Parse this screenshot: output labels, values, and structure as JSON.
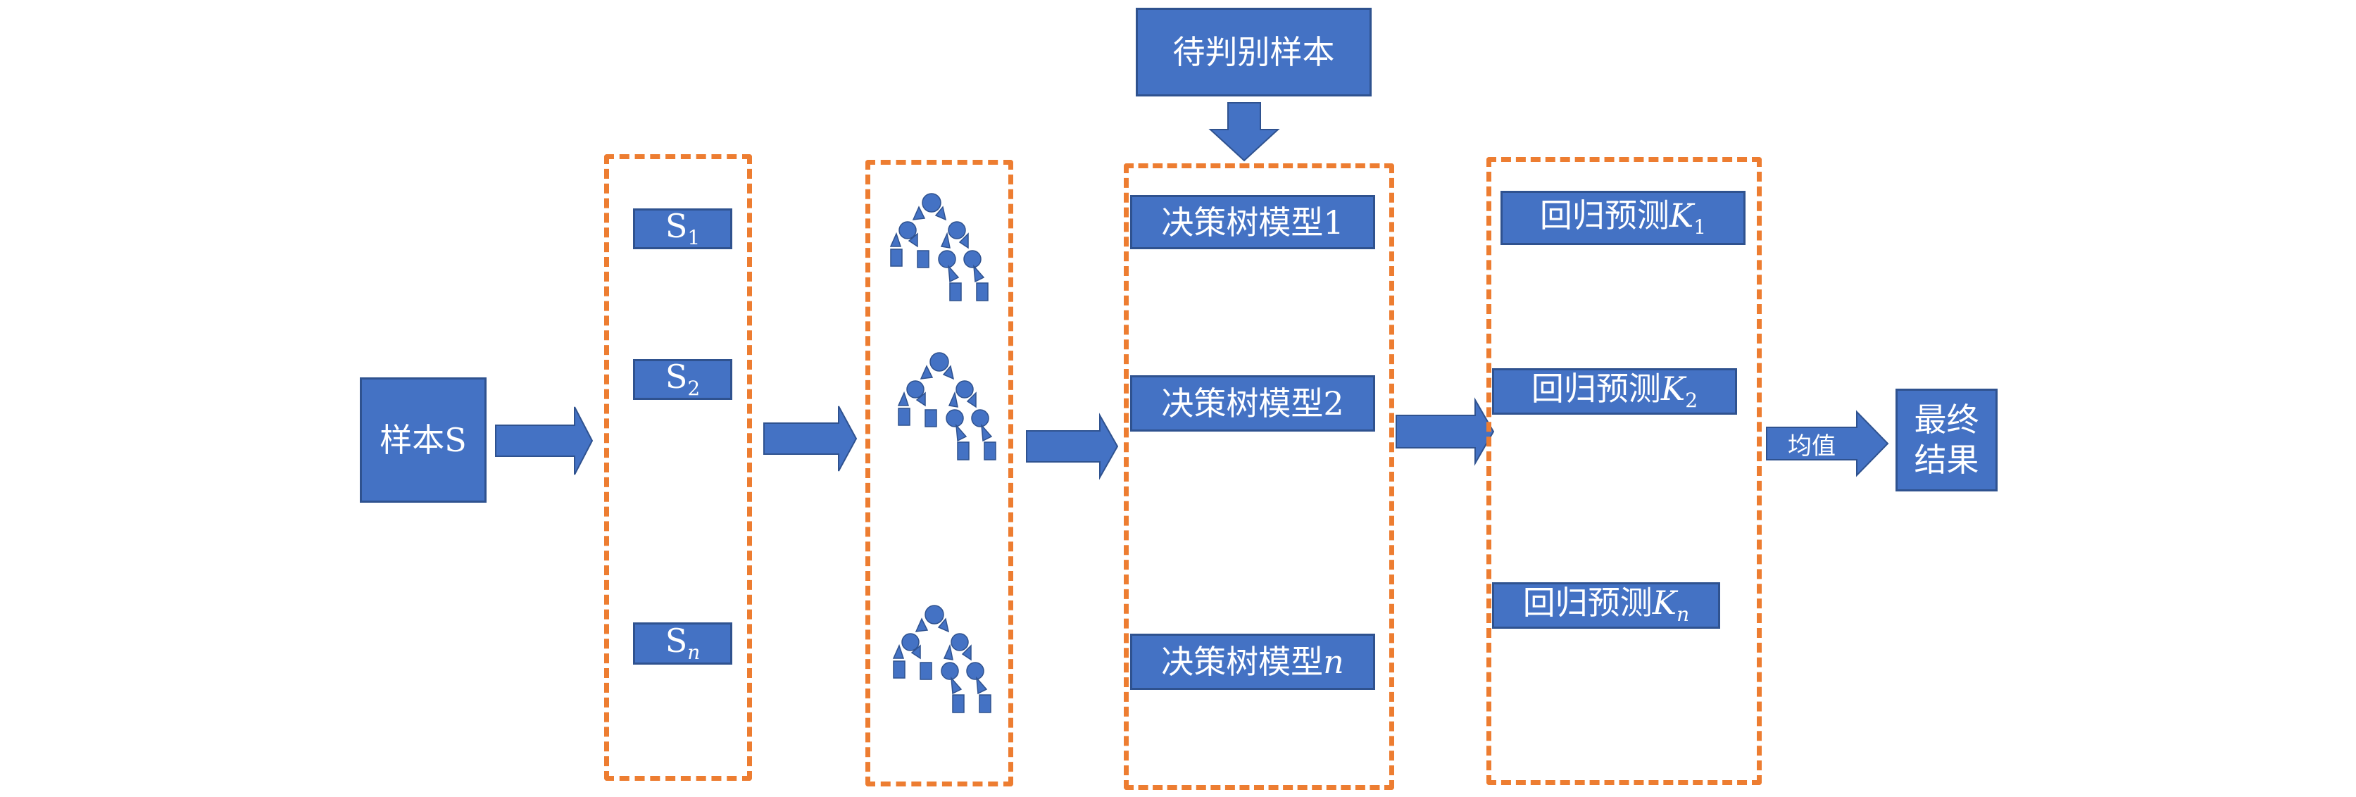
{
  "diagram": {
    "input_sample": "样本S",
    "pending_sample": "待判别样本",
    "subsets": [
      {
        "base": "S",
        "sub": "1",
        "sub_italic": false
      },
      {
        "base": "S",
        "sub": "2",
        "sub_italic": false
      },
      {
        "base": "S",
        "sub": "n",
        "sub_italic": true
      }
    ],
    "trees": [
      {
        "name": "decision-tree-1"
      },
      {
        "name": "decision-tree-2"
      },
      {
        "name": "decision-tree-n"
      }
    ],
    "models": [
      {
        "prefix": "决策树模型",
        "index": "1",
        "index_italic": false
      },
      {
        "prefix": "决策树模型",
        "index": "2",
        "index_italic": false
      },
      {
        "prefix": "决策树模型",
        "index": "n",
        "index_italic": true
      }
    ],
    "predictions": [
      {
        "prefix": "回归预测",
        "var": "K",
        "sub": "1",
        "sub_italic": false
      },
      {
        "prefix": "回归预测",
        "var": "K",
        "sub": "2",
        "sub_italic": false
      },
      {
        "prefix": "回归预测",
        "var": "K",
        "sub": "n",
        "sub_italic": true
      }
    ],
    "mean_label": "均值",
    "final_result": [
      "最终",
      "结果"
    ],
    "colors": {
      "box_fill": "#4472c4",
      "box_border": "#2f528f",
      "dashed_border": "#ed7d31",
      "text": "#ffffff"
    }
  }
}
